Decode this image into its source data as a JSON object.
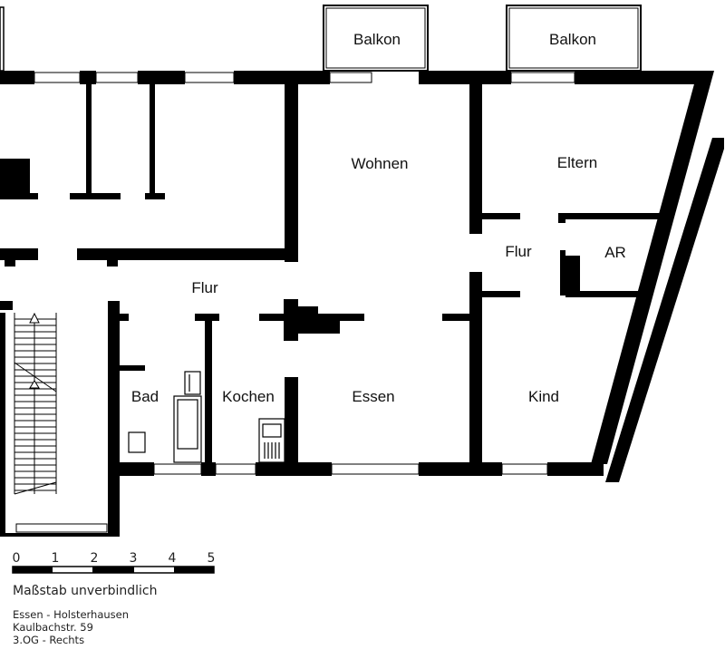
{
  "rooms": {
    "balkon_left": "Balkon",
    "balkon_right": "Balkon",
    "wohnen": "Wohnen",
    "eltern": "Eltern",
    "flur_upper": "Flur",
    "ar": "AR",
    "flur_lower": "Flur",
    "bad": "Bad",
    "kochen": "Kochen",
    "essen": "Essen",
    "kind": "Kind"
  },
  "scale": {
    "ticks": [
      "0",
      "1",
      "2",
      "3",
      "4",
      "5"
    ],
    "title": "Maßstab unverbindlich"
  },
  "address": {
    "line1": "Essen - Holsterhausen",
    "line2": "Kaulbachstr. 59",
    "line3": "3.OG - Rechts"
  },
  "colors": {
    "wall": "#000000",
    "background": "#ffffff"
  }
}
